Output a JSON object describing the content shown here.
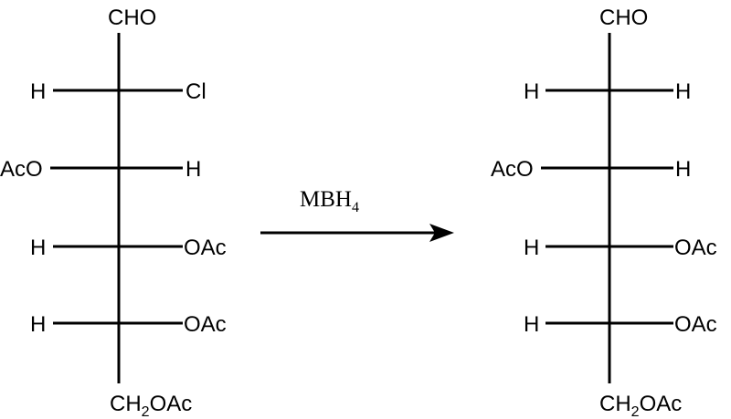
{
  "reactant": {
    "top": "CHO",
    "rows": [
      {
        "left": "H",
        "right": "Cl"
      },
      {
        "left": "AcO",
        "right": "H"
      },
      {
        "left": "H",
        "right": "OAc"
      },
      {
        "left": "H",
        "right": "OAc"
      }
    ],
    "bottom": {
      "pre": "CH",
      "sub": "2",
      "post": "OAc"
    }
  },
  "arrow": {
    "reagent": {
      "pre": "MBH",
      "sub": "4"
    }
  },
  "product": {
    "top": "CHO",
    "rows": [
      {
        "left": "H",
        "right": "H"
      },
      {
        "left": "AcO",
        "right": "H"
      },
      {
        "left": "H",
        "right": "OAc"
      },
      {
        "left": "H",
        "right": "OAc"
      }
    ],
    "bottom": {
      "pre": "CH",
      "sub": "2",
      "post": "OAc"
    }
  }
}
